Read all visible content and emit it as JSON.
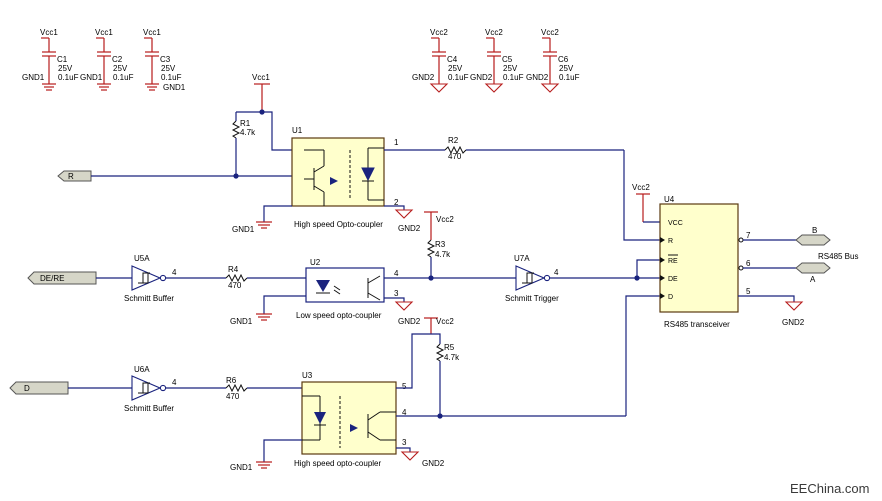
{
  "caps": [
    {
      "vcc": "Vcc1",
      "ref": "C1",
      "volt": "25V",
      "val": "0.1uF",
      "gnd": "GND1"
    },
    {
      "vcc": "Vcc1",
      "ref": "C2",
      "volt": "25V",
      "val": "0.1uF",
      "gnd": "GND1"
    },
    {
      "vcc": "Vcc1",
      "ref": "C3",
      "volt": "25V",
      "val": "0.1uF",
      "gnd": "GND1"
    },
    {
      "vcc": "Vcc2",
      "ref": "C4",
      "volt": "25V",
      "val": "0.1uF",
      "gnd": "GND2"
    },
    {
      "vcc": "Vcc2",
      "ref": "C5",
      "volt": "25V",
      "val": "0.1uF",
      "gnd": "GND2"
    },
    {
      "vcc": "Vcc2",
      "ref": "C6",
      "volt": "25V",
      "val": "0.1uF",
      "gnd": "GND2"
    }
  ],
  "resistors": [
    {
      "ref": "R1",
      "val": "4.7k"
    },
    {
      "ref": "R2",
      "val": "470"
    },
    {
      "ref": "R3",
      "val": "4.7k"
    },
    {
      "ref": "R4",
      "val": "470"
    },
    {
      "ref": "R5",
      "val": "4.7k"
    },
    {
      "ref": "R6",
      "val": "470"
    }
  ],
  "u1": {
    "ref": "U1",
    "name": "High speed Opto-coupler",
    "pins": [
      "1",
      "2"
    ]
  },
  "u2": {
    "ref": "U2",
    "name": "Low speed opto-coupler",
    "pins": [
      "4",
      "3"
    ]
  },
  "u3": {
    "ref": "U3",
    "name": "High speed opto-coupler",
    "pins": [
      "5",
      "4",
      "3"
    ]
  },
  "u4": {
    "ref": "U4",
    "name": "RS485 transceiver",
    "pins": [
      "VCC",
      "R",
      "RE",
      "DE",
      "D"
    ],
    "pinnums": [
      "7",
      "6",
      "5"
    ]
  },
  "u5": {
    "ref": "U5A",
    "name": "Schmitt Buffer",
    "pin": "4"
  },
  "u6": {
    "ref": "U6A",
    "name": "Schmitt Buffer",
    "pin": "4"
  },
  "u7": {
    "ref": "U7A",
    "name": "Schmitt Trigger",
    "pin": "4"
  },
  "ports": {
    "r": "R",
    "dere": "DE/RE",
    "d": "D",
    "b": "B",
    "a": "A"
  },
  "bus_label": "RS485 Bus",
  "power": {
    "vcc1": "Vcc1",
    "vcc2": "Vcc2",
    "gnd1": "GND1",
    "gnd2": "GND2"
  },
  "watermark": "EEChina.com"
}
